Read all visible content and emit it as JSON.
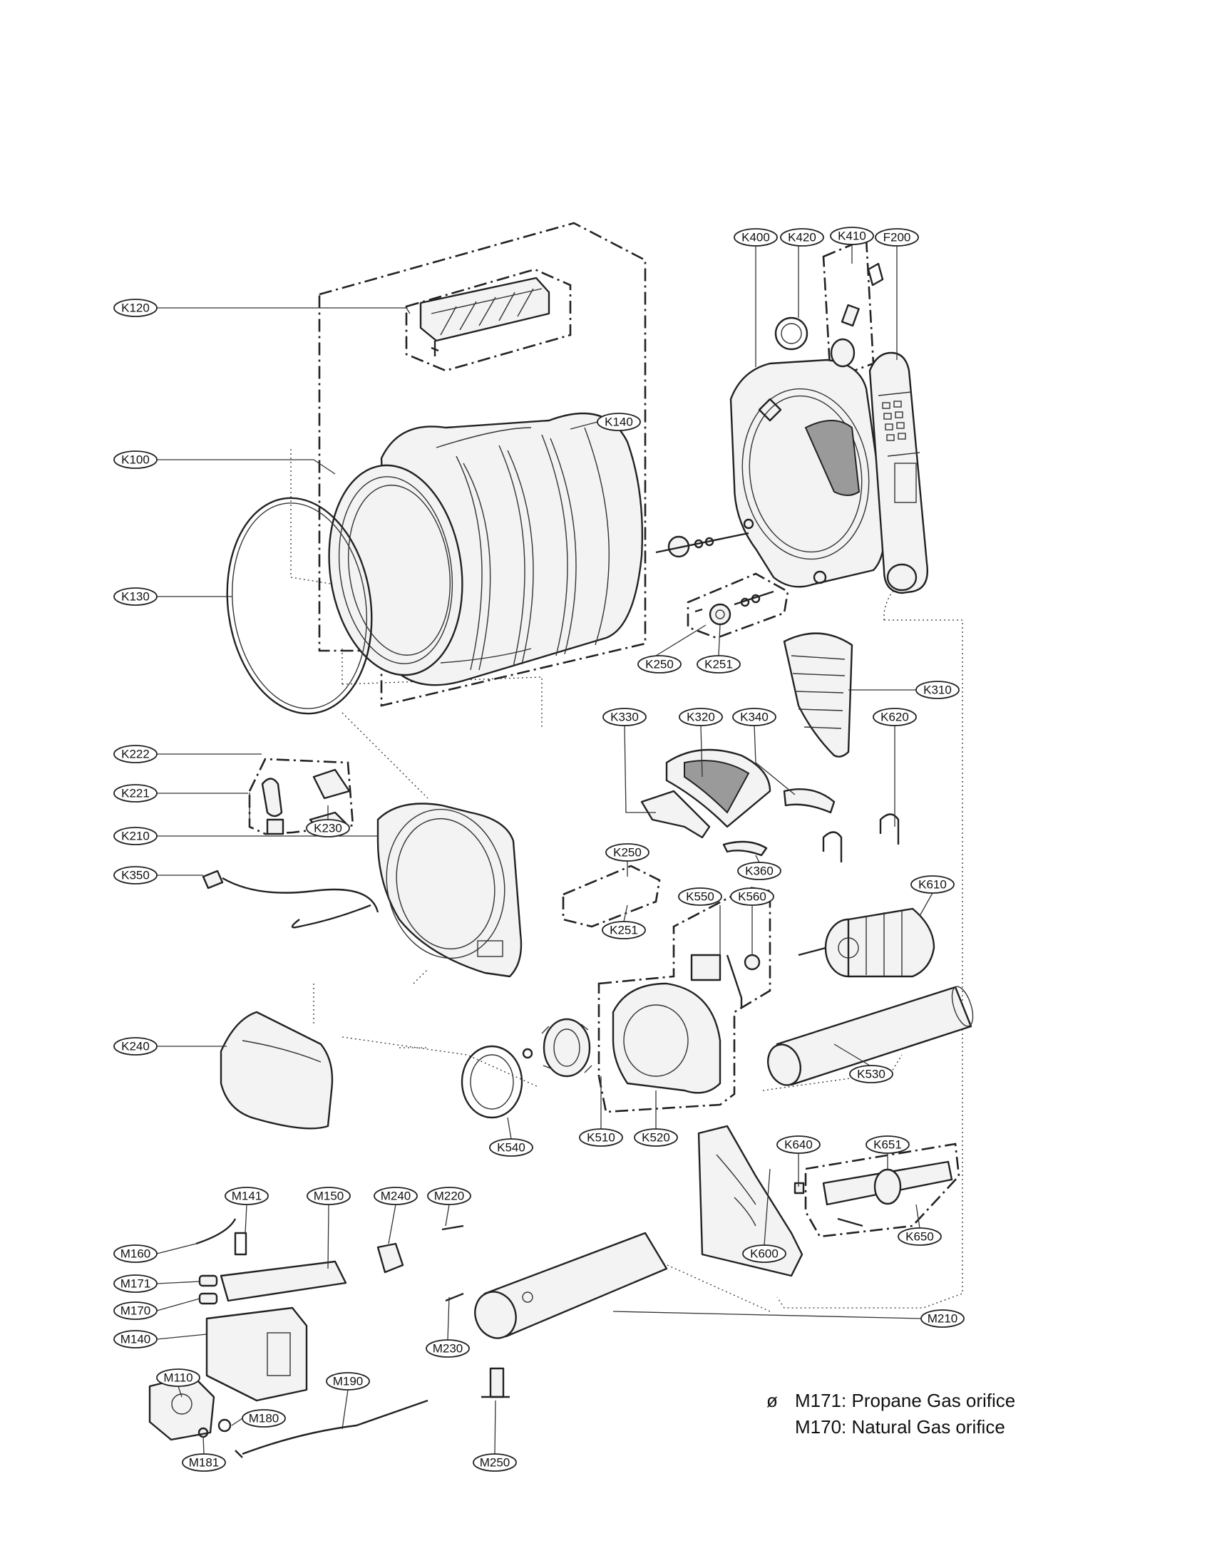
{
  "callouts": {
    "K120": "K120",
    "K100": "K100",
    "K130": "K130",
    "K140": "K140",
    "K400": "K400",
    "K420": "K420",
    "K410": "K410",
    "F200": "F200",
    "K250a": "K250",
    "K251a": "K251",
    "K310": "K310",
    "K330": "K330",
    "K320": "K320",
    "K340": "K340",
    "K620": "K620",
    "K222": "K222",
    "K221": "K221",
    "K230": "K230",
    "K210": "K210",
    "K250b": "K250",
    "K360": "K360",
    "K350": "K350",
    "K251b": "K251",
    "K550": "K550",
    "K560": "K560",
    "K610": "K610",
    "K240": "K240",
    "K530": "K530",
    "K540": "K540",
    "K510": "K510",
    "K520": "K520",
    "K640": "K640",
    "K651": "K651",
    "K650": "K650",
    "K600": "K600",
    "M141": "M141",
    "M150": "M150",
    "M240": "M240",
    "M220": "M220",
    "M160": "M160",
    "M171": "M171",
    "M170": "M170",
    "M140": "M140",
    "M230": "M230",
    "M210": "M210",
    "M110": "M110",
    "M190": "M190",
    "M180": "M180",
    "M181": "M181",
    "M250": "M250"
  },
  "notes": [
    {
      "symbol": "ø",
      "text": "M171: Propane Gas orifice"
    },
    {
      "symbol": "",
      "text": "M170: Natural Gas orifice"
    }
  ]
}
